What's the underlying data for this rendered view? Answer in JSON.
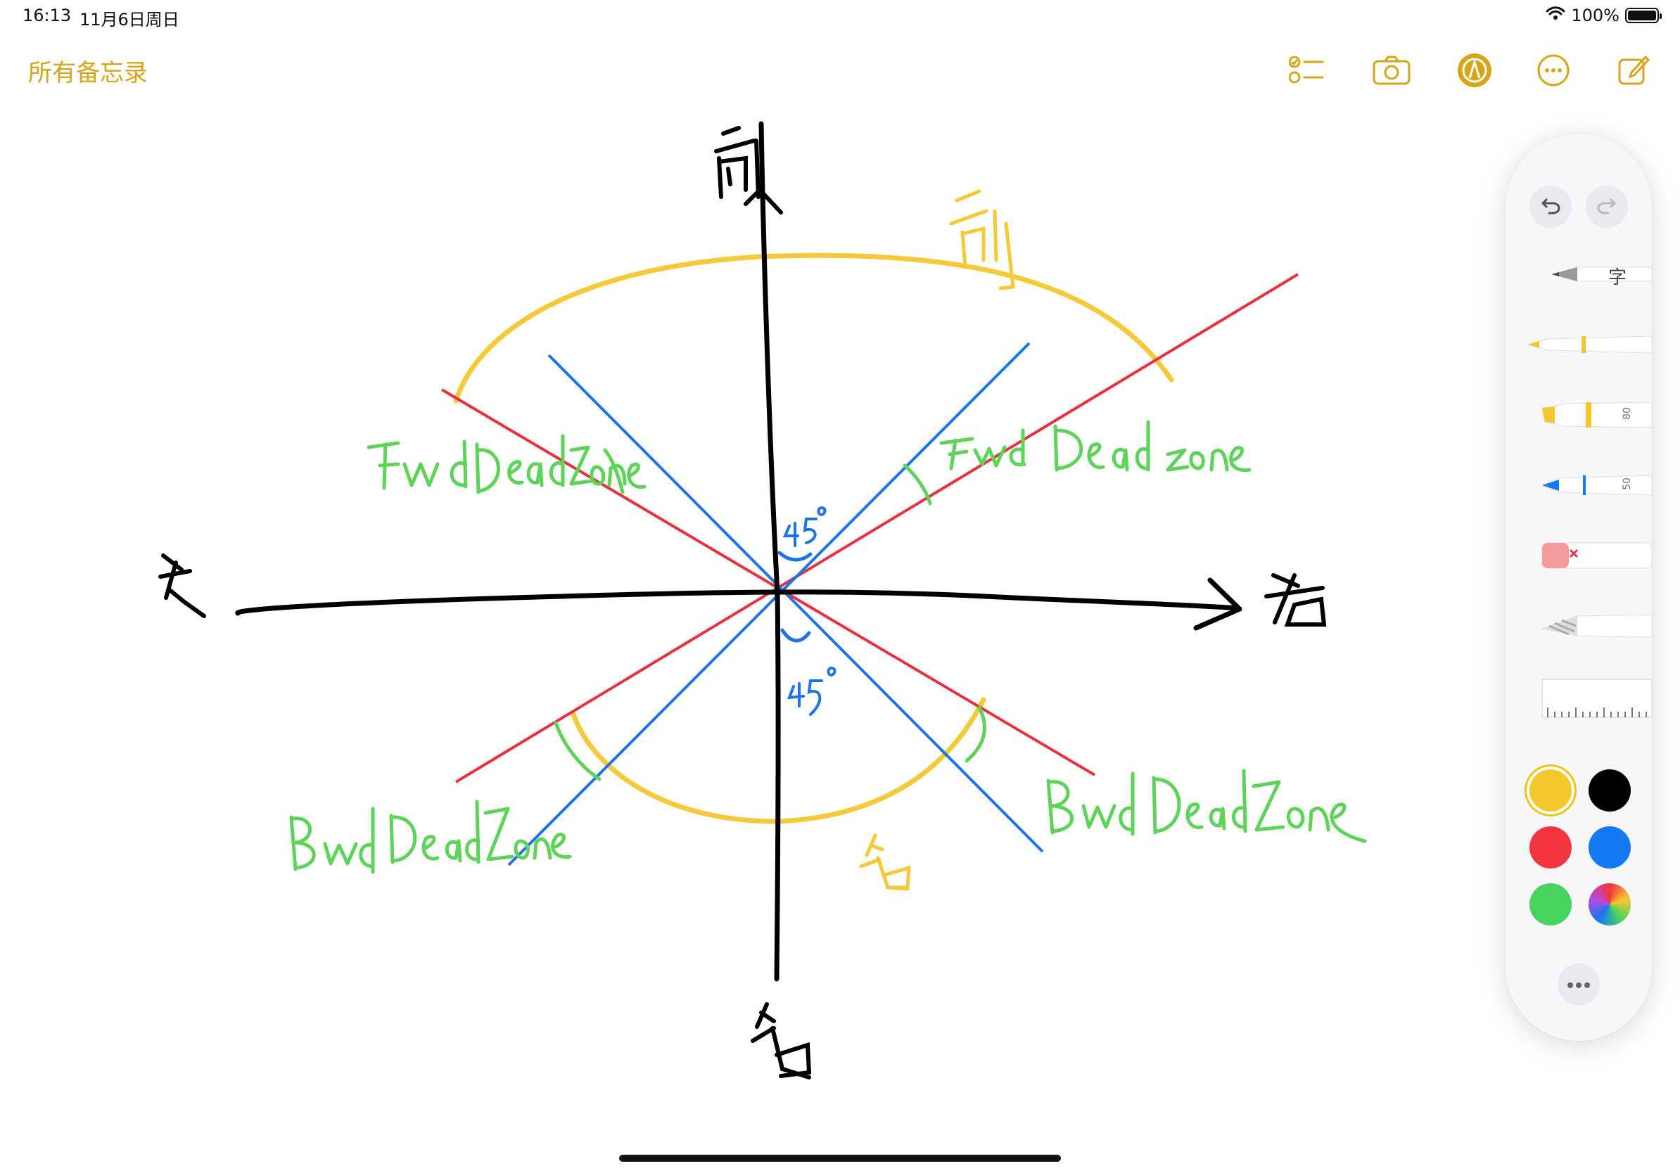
{
  "status_bar": {
    "time": "16:13",
    "date": "11月6日周日",
    "battery": "100%"
  },
  "nav": {
    "back_label": "所有备忘录",
    "accent_color": "#D7A519",
    "icons": [
      "checklist-icon",
      "camera-icon",
      "markup-icon",
      "more-icon",
      "compose-icon"
    ]
  },
  "palette": {
    "tools": [
      "pencil-tool",
      "pen-tool",
      "marker-tool",
      "fineliner-tool",
      "eraser-tool",
      "lasso-tool",
      "ruler-tool"
    ],
    "marker_width": "80",
    "fineliner_width": "50",
    "pencil_label": "字",
    "swatches": {
      "yellow": "#F4C82D",
      "black": "#000000",
      "red": "#F2353F",
      "blue": "#1479F2",
      "green": "#47D35F"
    },
    "selected_color": "yellow"
  },
  "colors": {
    "axis": "#000000",
    "red_lines": "#E8313E",
    "blue_lines": "#1E73E8",
    "yellow_arc": "#F5C93A",
    "green_text": "#5DD35A"
  }
}
